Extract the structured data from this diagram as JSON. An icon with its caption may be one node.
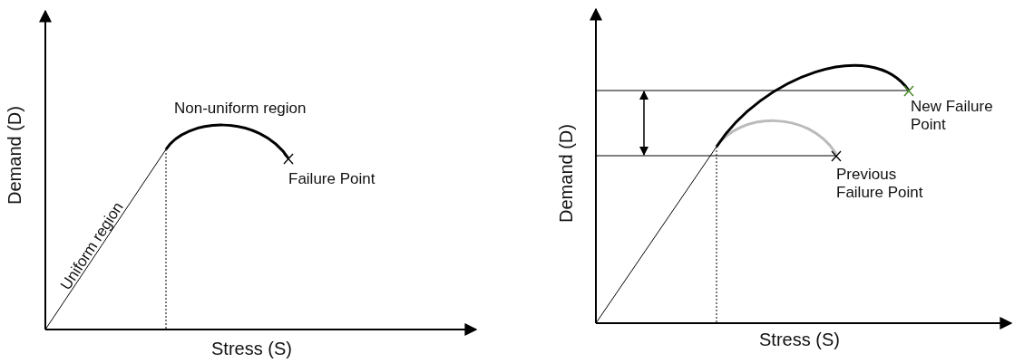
{
  "diagram": {
    "labels": [
      "Demand (D)",
      "Non-uniform region",
      "Uniform region",
      "Failure Point",
      "Stress (S)",
      "Demand (D)",
      "New Failure Point",
      "Previous Failure Point",
      "Stress (S)"
    ]
  }
}
